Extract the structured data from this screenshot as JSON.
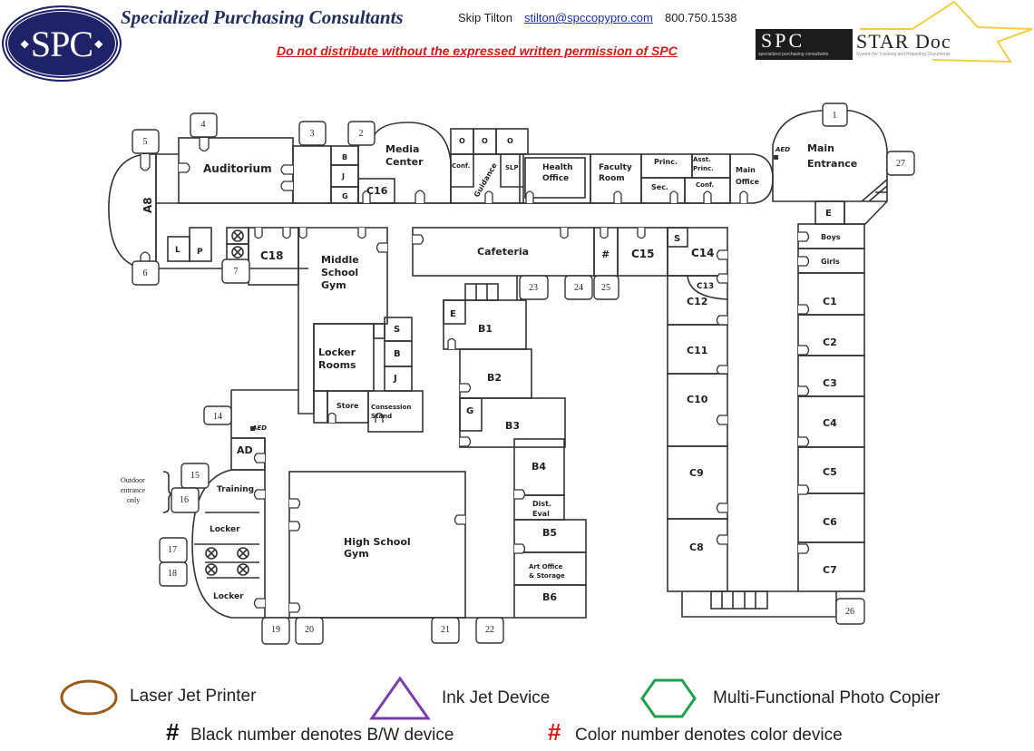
{
  "header": {
    "logo_text": "SPC",
    "company_name": "Specialized Purchasing Consultants",
    "contact_name": "Skip Tilton",
    "contact_email": "stilton@spccopypro.com",
    "contact_phone": "800.750.1538",
    "warning": "Do not distribute without the expressed written permission of SPC",
    "star_logo": {
      "brand": "SPC",
      "brand_sub": "specialized purchasing consultants",
      "product": "STAR Doc",
      "product_sub": "System for Tracking and Reporting Documents"
    }
  },
  "floor_plan": {
    "rooms": {
      "auditorium": "Auditorium",
      "a8": "A8",
      "l": "L",
      "p": "P",
      "b_top": "B",
      "j_top": "J",
      "g_top": "G",
      "c16": "C16",
      "media_line1": "Media",
      "media_line2": "Center",
      "c18": "C18",
      "ms_gym_1": "Middle",
      "ms_gym_2": "School",
      "ms_gym_3": "Gym",
      "locker_1": "Locker",
      "locker_2": "Rooms",
      "s_mid": "S",
      "b_mid": "B",
      "j_mid": "J",
      "store": "Store",
      "concession_1": "Consession",
      "concession_2": "Stand",
      "o1": "O",
      "o2": "O",
      "o3": "O",
      "conf_g": "Conf.",
      "guidance": "Guidance",
      "slp": "SLP",
      "health_1": "Health",
      "health_2": "Office",
      "faculty_1": "Faculty",
      "faculty_2": "Room",
      "princ": "Princ.",
      "sec": "Sec.",
      "asst_1": "Asst.",
      "asst_2": "Princ.",
      "conf_m": "Conf.",
      "main_office_1": "Main",
      "main_office_2": "Office",
      "main_entrance_1": "Main",
      "main_entrance_2": "Entrance",
      "aed": "AED",
      "e_top": "E",
      "boys": "Boys",
      "girls": "Girls",
      "c1": "C1",
      "c2": "C2",
      "c3": "C3",
      "c4": "C4",
      "c5": "C5",
      "c6": "C6",
      "c7": "C7",
      "cafeteria": "Cafeteria",
      "hash": "#",
      "c15": "C15",
      "s_c14": "S",
      "c14": "C14",
      "c13": "C13",
      "c12": "C12",
      "c11": "C11",
      "c10": "C10",
      "c9": "C9",
      "c8": "C8",
      "e_b1": "E",
      "b1": "B1",
      "b2": "B2",
      "g_b3": "G",
      "b3": "B3",
      "b4": "B4",
      "dist_1": "Dist.",
      "dist_2": "Eval",
      "b5": "B5",
      "art_1": "Art Office",
      "art_2": "& Storage",
      "b6": "B6",
      "hs_gym_1": "High School",
      "hs_gym_2": "Gym",
      "ad": "AD",
      "aed2": "AED",
      "training": "Training",
      "locker_a": "Locker",
      "locker_b": "Locker",
      "outdoor_1": "Outdoor",
      "outdoor_2": "entrance",
      "outdoor_3": "only"
    },
    "device_numbers": [
      "1",
      "2",
      "3",
      "4",
      "5",
      "6",
      "7",
      "14",
      "15",
      "16",
      "17",
      "18",
      "19",
      "20",
      "21",
      "22",
      "23",
      "24",
      "25",
      "26",
      "27"
    ]
  },
  "legend": {
    "laser_label": "Laser Jet Printer",
    "laser_color": "#9c5a1a",
    "inkjet_label": "Ink Jet Device",
    "inkjet_color": "#7a3ea8",
    "mfp_label": "Multi-Functional Photo Copier",
    "mfp_color": "#1fa04a",
    "bw_symbol": "#",
    "bw_label": "Black number denotes B/W device",
    "color_symbol": "#",
    "color_label": "Color number denotes color device",
    "color_symbol_color": "#e01818"
  }
}
